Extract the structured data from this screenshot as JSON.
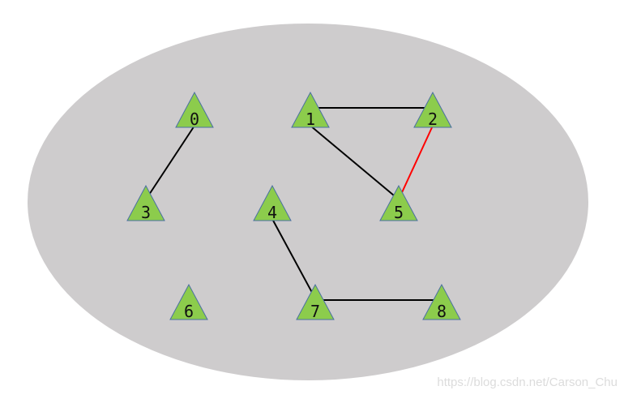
{
  "graph": {
    "background_color": "#cecccd",
    "node_fill": "#8ccc4c",
    "node_stroke": "#4a6fa3",
    "edge_color": "#000000",
    "highlight_edge_color": "#ff0000",
    "nodes": [
      {
        "id": "0",
        "label": "0"
      },
      {
        "id": "1",
        "label": "1"
      },
      {
        "id": "2",
        "label": "2"
      },
      {
        "id": "3",
        "label": "3"
      },
      {
        "id": "4",
        "label": "4"
      },
      {
        "id": "5",
        "label": "5"
      },
      {
        "id": "6",
        "label": "6"
      },
      {
        "id": "7",
        "label": "7"
      },
      {
        "id": "8",
        "label": "8"
      }
    ],
    "edges": [
      {
        "from": "0",
        "to": "3",
        "highlight": false
      },
      {
        "from": "1",
        "to": "2",
        "highlight": false
      },
      {
        "from": "1",
        "to": "5",
        "highlight": false
      },
      {
        "from": "2",
        "to": "5",
        "highlight": true
      },
      {
        "from": "4",
        "to": "7",
        "highlight": false
      },
      {
        "from": "7",
        "to": "8",
        "highlight": false
      }
    ]
  },
  "watermark": "https://blog.csdn.net/Carson_Chu"
}
